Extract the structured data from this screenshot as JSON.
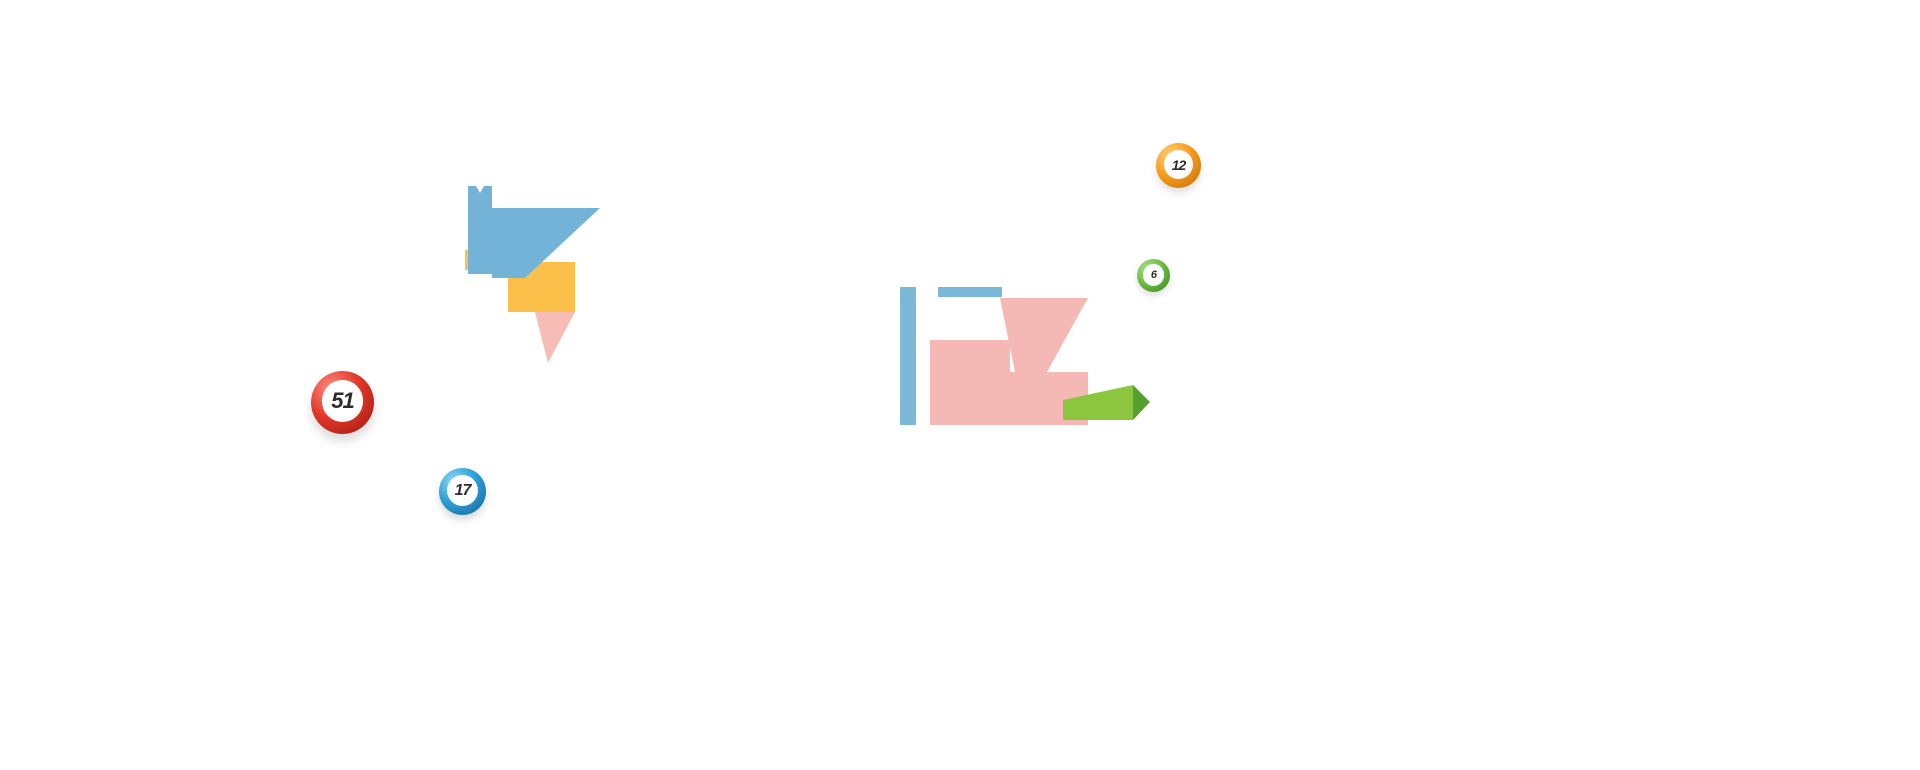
{
  "scene": {
    "background": "#ffffff",
    "description": "bingo-themed decorative hero graphic with scattered bingo balls"
  },
  "balls": [
    {
      "number": "51",
      "color": "#e2382a",
      "highlight": "#ff8d80",
      "shadow": "#8f1a10"
    },
    {
      "number": "17",
      "color": "#2e9fd8",
      "highlight": "#8ed8f5",
      "shadow": "#15618f"
    },
    {
      "number": "12",
      "color": "#f89c1c",
      "highlight": "#ffd07a",
      "shadow": "#b06a05"
    },
    {
      "number": "6",
      "color": "#6dbe45",
      "highlight": "#aade84",
      "shadow": "#3c7f1f"
    }
  ],
  "bird_graphic": {
    "blue": "#74b3d8",
    "yellow": "#fac04a",
    "pink": "#f7bcb6"
  },
  "numeral_graphic": {
    "blue_bar": "#7cb9d9",
    "blue_dash": "#7cb9d9",
    "pink": "#f5b9b5",
    "green": "#8cc63f",
    "green_dark": "#57a02e"
  }
}
